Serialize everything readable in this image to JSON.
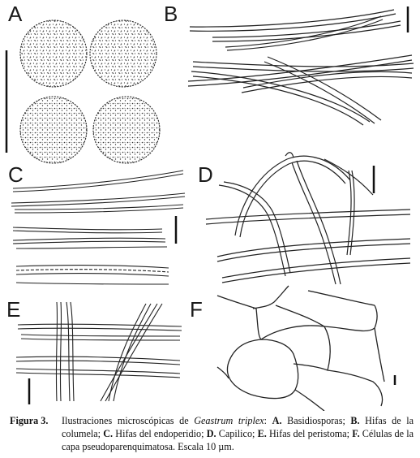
{
  "panels": [
    "A",
    "B",
    "C",
    "D",
    "E",
    "F"
  ],
  "caption": {
    "label": "Figura 3.",
    "intro": "Ilustraciones microscópicas de ",
    "species": "Geastrum triplex",
    "after_species": ": ",
    "items": [
      {
        "key": "A.",
        "text": " Basidiosporas; "
      },
      {
        "key": "B.",
        "text": " Hifas de la columela; "
      },
      {
        "key": "C.",
        "text": " Hifas del endoperidio; "
      },
      {
        "key": "D.",
        "text": " Capilico; "
      },
      {
        "key": "E.",
        "text": " Hifas del peristoma; "
      },
      {
        "key": "F.",
        "text": " Células de la capa pseudoparenquimatosa. "
      }
    ],
    "scale": "Escala 10 µm."
  }
}
